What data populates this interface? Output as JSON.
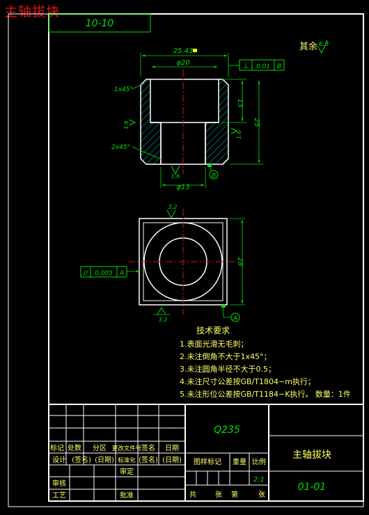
{
  "header": {
    "title": "主轴拔块",
    "view_label": "10-10"
  },
  "dimensions": {
    "top_width": "25.43",
    "bore_dia": "φ20",
    "bottom_dia": "φ13",
    "chamfer_top": "1x45°",
    "chamfer_bottom": "2x45°",
    "bore_depth": "13",
    "total_height": "25",
    "rough_left": "1.6",
    "rough_right": "1.6",
    "rough_bottom": "1.6",
    "datum_b": "B",
    "datum_a": "A",
    "plan_height": "28",
    "rough_plan_top": "3.2",
    "rough_plan_bottom": "3.2"
  },
  "tolerances": {
    "perpendicular": {
      "symbol": "⊥",
      "value": "0.01",
      "datum": "B"
    },
    "parallel": {
      "symbol": "//",
      "value": "0.005",
      "datum": "A"
    }
  },
  "surface_finish": {
    "label": "其余",
    "value": "6.3"
  },
  "notes": {
    "title": "技术要求",
    "items": [
      "1.表面光滑无毛刺；",
      "2.未注倒角不大于1x45°；",
      "3.未注圆角半径不大于0.5；",
      "4.未注尺寸公差按GB/T1804−m执行；",
      "5.未注形位公差按GB/T1184−K执行。  数量：1件"
    ]
  },
  "title_block": {
    "material": "Q235",
    "part_name": "主轴拔块",
    "drawing_no": "01-01",
    "scale": "2:1",
    "row_labels": [
      "标记",
      "处数",
      "分区",
      "更改文件号",
      "签名",
      "日期"
    ],
    "design_row": [
      "设计",
      "(签名)",
      "(日期)",
      "标准化",
      "(签名)",
      "(日期)"
    ],
    "review": "审核",
    "process": "工艺",
    "approve": "批准",
    "check": "审定",
    "stage_mark": "图样标记",
    "weight": "重量",
    "scale_label": "比例",
    "sheets": [
      "共",
      "张",
      "第",
      "张"
    ]
  },
  "colors": {
    "line": "#ffffff",
    "dim": "#00e000",
    "center": "#e01010",
    "hatch": "#00c8c8",
    "note": "#ffff66"
  }
}
